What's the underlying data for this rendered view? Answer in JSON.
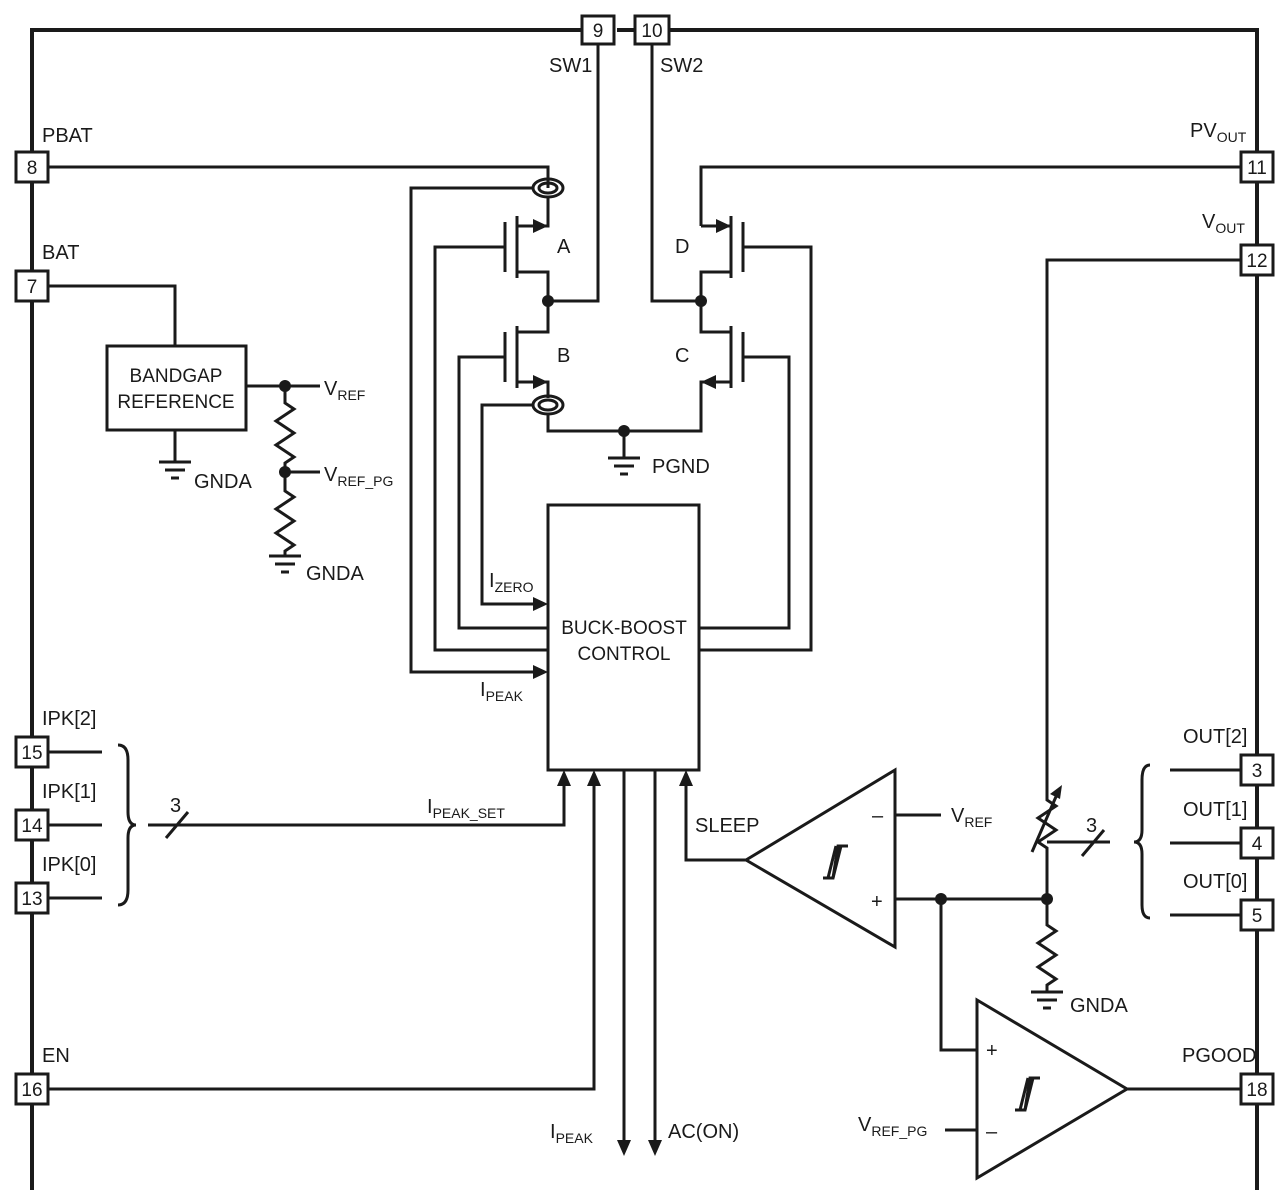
{
  "pins": {
    "sw1": {
      "number": "9",
      "label": "SW1"
    },
    "sw2": {
      "number": "10",
      "label": "SW2"
    },
    "pbat": {
      "number": "8",
      "label": "PBAT"
    },
    "bat": {
      "number": "7",
      "label": "BAT"
    },
    "pvout": {
      "number": "11",
      "label": "PV",
      "sub": "OUT"
    },
    "vout": {
      "number": "12",
      "label": "V",
      "sub": "OUT"
    },
    "ipk2": {
      "number": "15",
      "label": "IPK[2]"
    },
    "ipk1": {
      "number": "14",
      "label": "IPK[1]"
    },
    "ipk0": {
      "number": "13",
      "label": "IPK[0]"
    },
    "en": {
      "number": "16",
      "label": "EN"
    },
    "out2": {
      "number": "3",
      "label": "OUT[2]"
    },
    "out1": {
      "number": "4",
      "label": "OUT[1]"
    },
    "out0": {
      "number": "5",
      "label": "OUT[0]"
    },
    "pgood": {
      "number": "18",
      "label": "PGOOD"
    }
  },
  "blocks": {
    "bandgap": {
      "line1": "BANDGAP",
      "line2": "REFERENCE"
    },
    "control": {
      "line1": "BUCK-BOOST",
      "line2": "CONTROL"
    }
  },
  "switches": {
    "a": "A",
    "b": "B",
    "c": "C",
    "d": "D"
  },
  "labels": {
    "vref": {
      "main": "V",
      "sub": "REF"
    },
    "vref_pg": {
      "main": "V",
      "sub": "REF_PG"
    },
    "vref_cmp": {
      "main": "V",
      "sub": "REF"
    },
    "vref_pg_cmp": {
      "main": "V",
      "sub": "REF_PG"
    },
    "izero": {
      "main": "I",
      "sub": "ZERO"
    },
    "ipeak": {
      "main": "I",
      "sub": "PEAK"
    },
    "ipeak_set": {
      "main": "I",
      "sub": "PEAK_SET"
    },
    "ipeak_out": {
      "main": "I",
      "sub": "PEAK"
    },
    "ac_on": "AC(ON)",
    "sleep": "SLEEP",
    "pgnd": "PGND",
    "gnda_bandgap": "GNDA",
    "gnda_divider": "GNDA",
    "gnda_vout": "GNDA",
    "bus_width_ipk": "3",
    "bus_width_out": "3",
    "cmp_minus": "–",
    "cmp_plus": "+",
    "pg_plus": "+",
    "pg_minus": "–"
  }
}
